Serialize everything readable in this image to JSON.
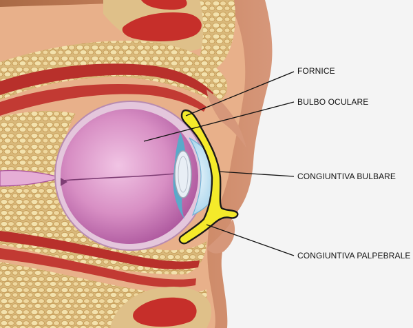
{
  "labels": {
    "fornice": "FORNICE",
    "bulbo_oculare": "BULBO OCULARE",
    "congiuntiva_bulbare": "CONGIUNTIVA BULBARE",
    "congiuntiva_palpebrale": "CONGIUNTIVA PALPEBRALE"
  },
  "colors": {
    "background": "#f4f4f4",
    "skin": "#c9835e",
    "fat": "#e9d39a",
    "muscle": "#b8302b",
    "eyeball": "#c773b0",
    "conjunctiva": "#f4ea2a",
    "cornea": "#a9d6ec",
    "leader_line": "#111111"
  }
}
